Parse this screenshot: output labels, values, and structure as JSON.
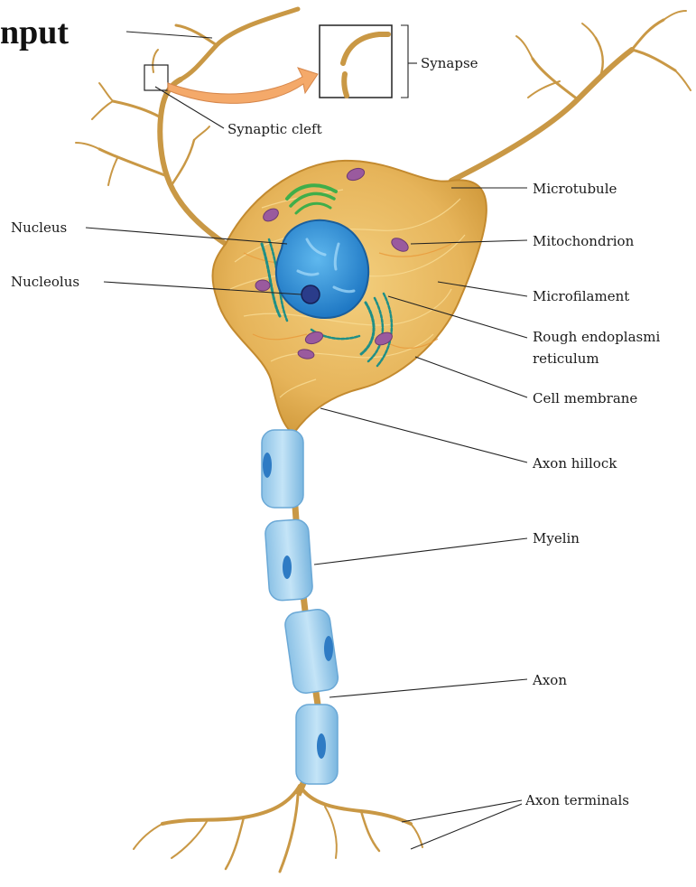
{
  "title": "nput",
  "labels": {
    "synapse": "Synapse",
    "synaptic_cleft": "Synaptic cleft",
    "microtubule": "Microtubule",
    "nucleus": "Nucleus",
    "mitochondrion": "Mitochondrion",
    "nucleolus": "Nucleolus",
    "microfilament": "Microfilament",
    "rer_line1": "Rough endoplasmi",
    "rer_line2": "reticulum",
    "cell_membrane": "Cell membrane",
    "axon_hillock": "Axon hillock",
    "myelin": "Myelin",
    "axon": "Axon",
    "axon_terminals": "Axon terminals"
  },
  "colors": {
    "cell_body": "#e8b85a",
    "dendrite": "#c99845",
    "nucleus": "#2f8fd6",
    "nucleolus": "#2a3c8a",
    "golgi": "#3fae4a",
    "rer": "#1f8f86",
    "mitochondria": "#9a5a9e",
    "myelin": "#a9d3ee",
    "arrow": "#f4a96a"
  }
}
